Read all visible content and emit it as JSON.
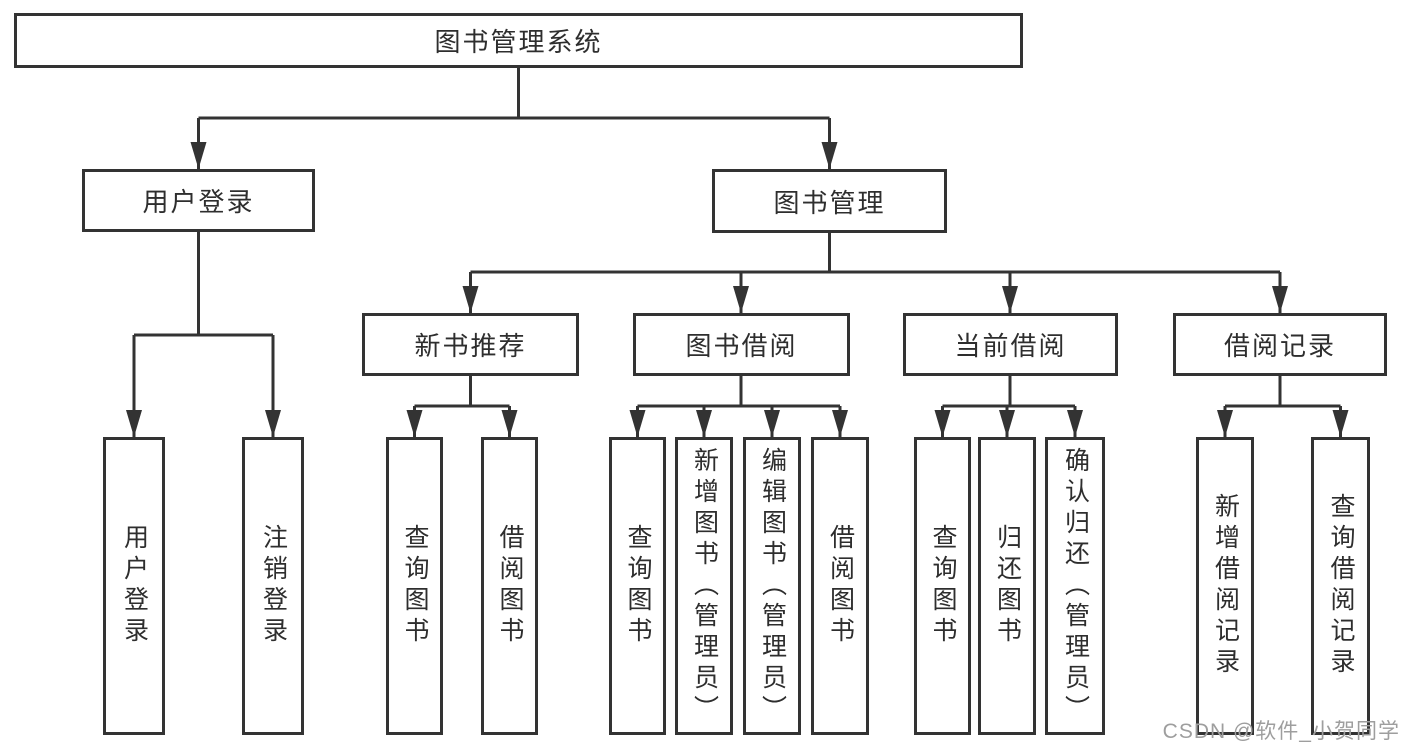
{
  "diagram_title": "图书管理系统",
  "tree": {
    "label": "图书管理系统",
    "children": [
      {
        "label": "用户登录",
        "children": [
          {
            "label": "用户登录"
          },
          {
            "label": "注销登录"
          }
        ]
      },
      {
        "label": "图书管理",
        "children": [
          {
            "label": "新书推荐",
            "children": [
              {
                "label": "查询图书"
              },
              {
                "label": "借阅图书"
              }
            ]
          },
          {
            "label": "图书借阅",
            "children": [
              {
                "label": "查询图书"
              },
              {
                "label": "新增图书（管理员）"
              },
              {
                "label": "编辑图书（管理员）"
              },
              {
                "label": "借阅图书"
              }
            ]
          },
          {
            "label": "当前借阅",
            "children": [
              {
                "label": "查询图书"
              },
              {
                "label": "归还图书"
              },
              {
                "label": "确认归还（管理员）"
              }
            ]
          },
          {
            "label": "借阅记录",
            "children": [
              {
                "label": "新增借阅记录"
              },
              {
                "label": "查询借阅记录"
              }
            ]
          }
        ]
      }
    ]
  },
  "watermark": {
    "text": "CSDN @软件_小贺同学"
  },
  "colors": {
    "line": "#333333",
    "box_border": "#333333",
    "text": "#2e2e2e",
    "watermark": "#9e9e9e",
    "background": "#ffffff"
  }
}
